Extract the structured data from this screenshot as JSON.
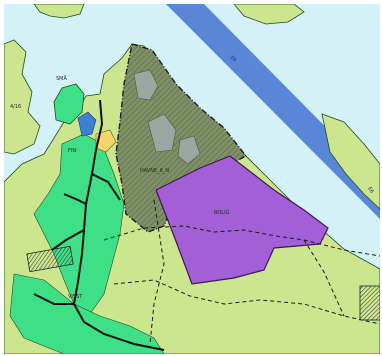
{
  "map": {
    "colors": {
      "water": "#d3f1f6",
      "land": "#cce58f",
      "settlement": "#3fdf87",
      "quarry_zone": "#7f8f66",
      "industrial_zone": "#a35fd6",
      "blue_band": "#5a86d8",
      "lake": "#3f7fd0",
      "highlight": "#f3d56a",
      "hatch_gray": "#8b8b8b",
      "island_outline": "#1d4f1d"
    },
    "labels": {
      "road_band": "E6",
      "top_north": "SMÅ",
      "left_gray": "4/16",
      "left_mid": "FIN",
      "quarry": "HAVNE_8_N",
      "industrial": "BOLIG",
      "lower_green": "VISST",
      "right_edge": "E6"
    },
    "icons": [
      "hatched-quarry-zone",
      "hatched-house-block",
      "road-network-line",
      "dashed-boundary-line"
    ]
  }
}
